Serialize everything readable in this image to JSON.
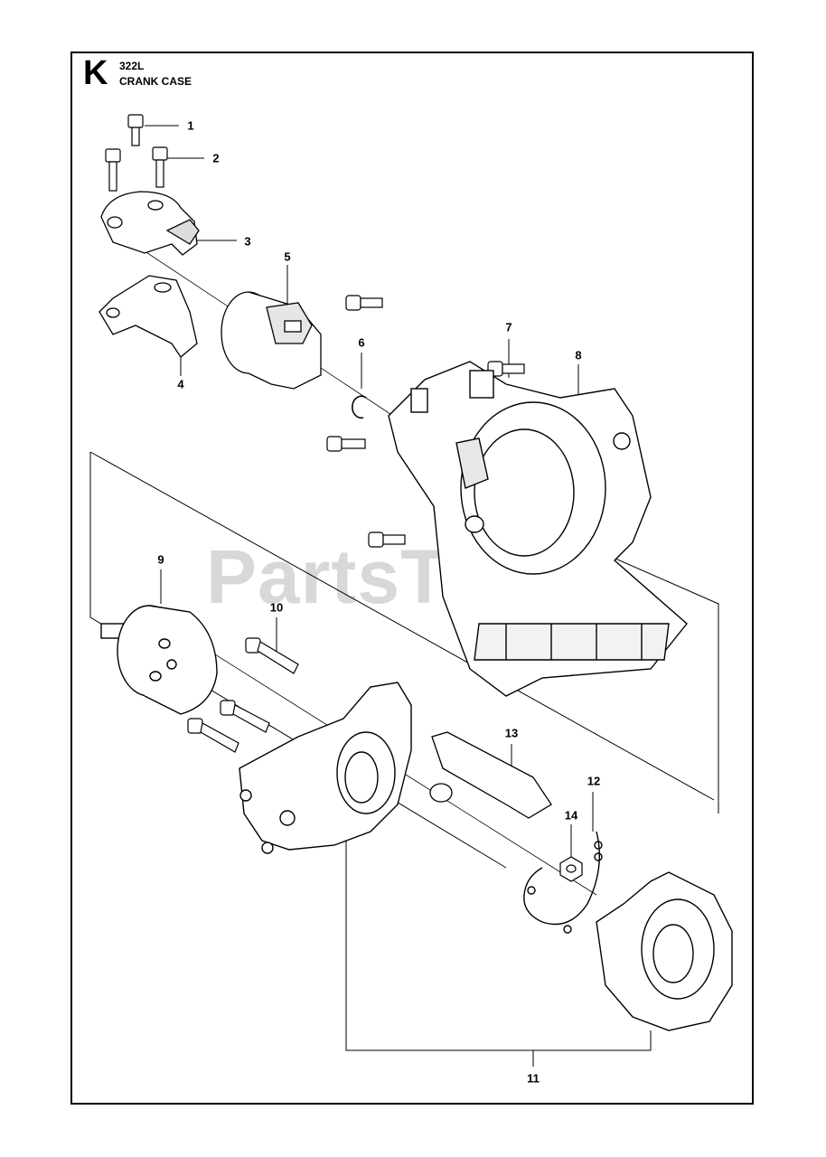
{
  "header": {
    "section_letter": "K",
    "model": "322L",
    "title": "CRANK CASE"
  },
  "watermark": "PartsTree",
  "callouts": [
    {
      "id": "1",
      "label": "1"
    },
    {
      "id": "2",
      "label": "2"
    },
    {
      "id": "3",
      "label": "3"
    },
    {
      "id": "4",
      "label": "4"
    },
    {
      "id": "5",
      "label": "5"
    },
    {
      "id": "6",
      "label": "6"
    },
    {
      "id": "7",
      "label": "7"
    },
    {
      "id": "8",
      "label": "8"
    },
    {
      "id": "9",
      "label": "9"
    },
    {
      "id": "10",
      "label": "10"
    },
    {
      "id": "11",
      "label": "11"
    },
    {
      "id": "12",
      "label": "12"
    },
    {
      "id": "13",
      "label": "13"
    },
    {
      "id": "14",
      "label": "14"
    }
  ],
  "colors": {
    "line": "#000000",
    "watermark": "#d2d2d2",
    "background": "#ffffff"
  }
}
